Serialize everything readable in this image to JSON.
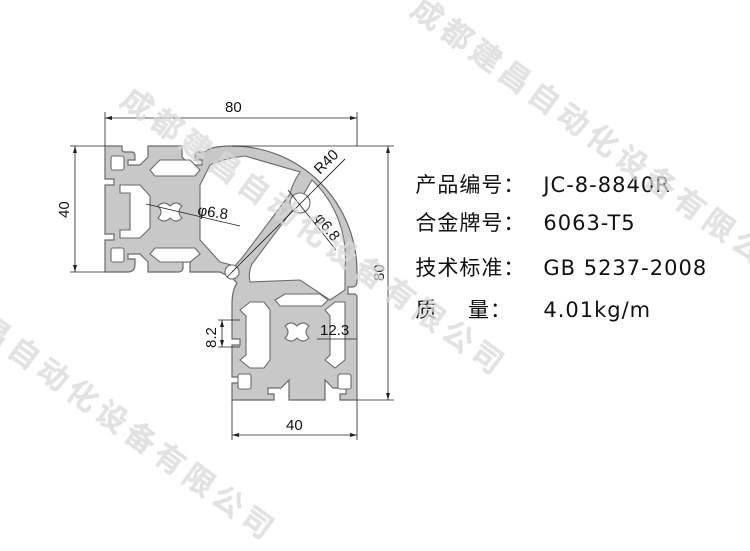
{
  "watermark": {
    "text": "成都建昌自动化设备有限公司",
    "color": "#d9d9d9"
  },
  "specs": [
    {
      "label": "产品编号：",
      "value": "JC-8-8840R"
    },
    {
      "label": "合金牌号：",
      "value": "6063-T5"
    },
    {
      "label": "技术标准：",
      "value": "GB 5237-2008"
    },
    {
      "label": "质    量：",
      "value": "4.01kg/m"
    }
  ],
  "dimensions": {
    "top_width": "80",
    "left_height": "40",
    "right_height": "80",
    "bottom_width": "40",
    "radius": "R40",
    "hole_diameter_1": "φ6.8",
    "hole_diameter_2": "φ6.8",
    "slot_width": "8.2",
    "slot_depth": "12.3"
  },
  "colors": {
    "profile_fill": "#c8c8c8",
    "profile_stroke": "#6a6a6a",
    "dimension_line": "#222222"
  }
}
